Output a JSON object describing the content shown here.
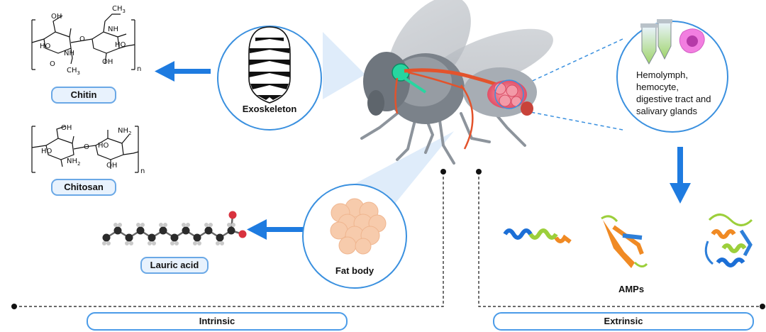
{
  "labels": {
    "chitin": "Chitin",
    "chitosan": "Chitosan",
    "lauric_acid": "Lauric acid",
    "exoskeleton": "Exoskeleton",
    "fat_body": "Fat body",
    "hemolymph_lines": [
      "Hemolymph,",
      "hemocyte,",
      "digestive tract and",
      "salivary glands"
    ],
    "amps": "AMPs",
    "intrinsic": "Intrinsic",
    "extrinsic": "Extrinsic"
  },
  "chem": {
    "oh": "OH",
    "ho": "HO",
    "nh": "NH",
    "ch3": "CH",
    "three": "3",
    "o": "O",
    "nh2": "NH",
    "two": "2",
    "n": "n"
  },
  "colors": {
    "arrow_blue": "#1e7be0",
    "circle_border": "#3a90df",
    "pill_fill": "#e8f2fd",
    "beam": "#dbeafa"
  }
}
